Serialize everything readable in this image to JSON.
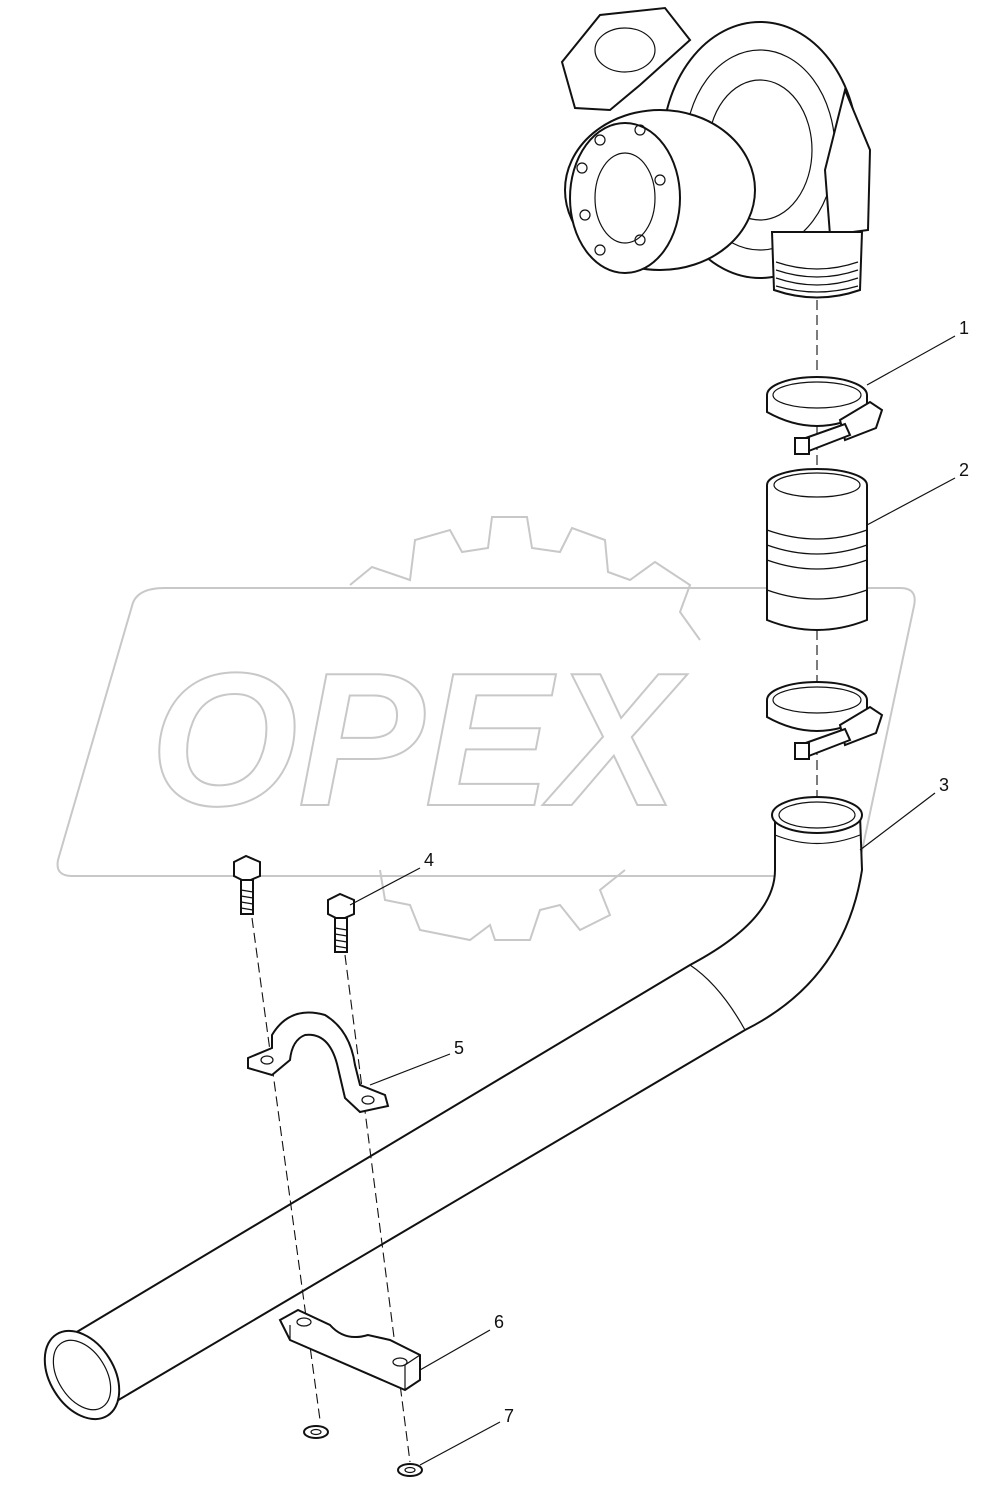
{
  "corner_mark": "",
  "watermark": {
    "text": "OPEX",
    "color": "#c8c8c8"
  },
  "callouts": {
    "c1": "1",
    "c2": "2",
    "c3": "3",
    "c4": "4",
    "c5": "5",
    "c6": "6",
    "c7": "7"
  },
  "parts": [
    {
      "id": "turbocharger",
      "icon": "turbocharger-icon"
    },
    {
      "id": "hose-clamp",
      "icon": "hose-clamp-icon"
    },
    {
      "id": "hose-coupling",
      "icon": "hose-coupling-icon"
    },
    {
      "id": "exhaust-pipe",
      "icon": "exhaust-pipe-icon"
    },
    {
      "id": "bolt",
      "icon": "bolt-icon"
    },
    {
      "id": "upper-bracket",
      "icon": "u-bracket-icon"
    },
    {
      "id": "lower-bracket",
      "icon": "saddle-bracket-icon"
    },
    {
      "id": "washer",
      "icon": "washer-icon"
    }
  ]
}
